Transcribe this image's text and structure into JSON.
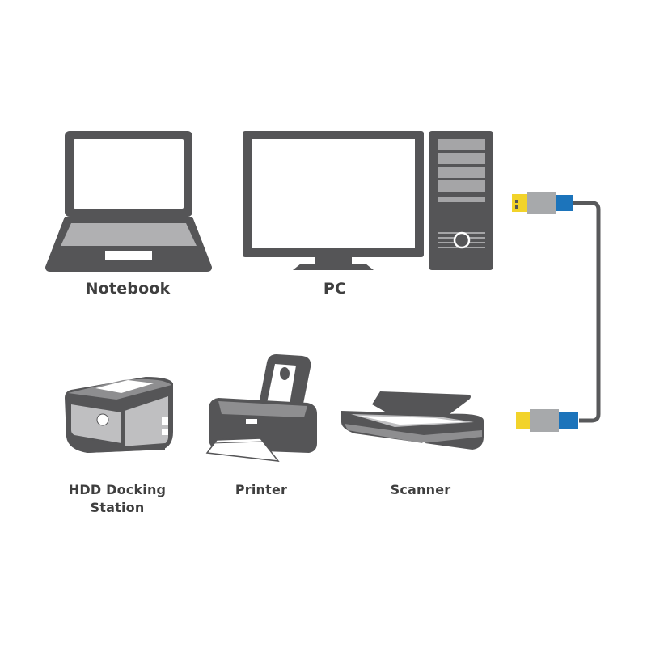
{
  "devices": {
    "notebook": {
      "label": "Notebook",
      "icon": "laptop-icon"
    },
    "pc": {
      "label": "PC",
      "icon": "desktop-pc-icon"
    },
    "hdd_docking": {
      "label_line1": "HDD Docking",
      "label_line2": "Station",
      "icon": "hdd-docking-station-icon"
    },
    "printer": {
      "label": "Printer",
      "icon": "printer-icon"
    },
    "scanner": {
      "label": "Scanner",
      "icon": "flatbed-scanner-icon"
    }
  },
  "cable": {
    "icon": "usb-cable-icon"
  },
  "colors": {
    "device_dark": "#555557",
    "device_light": "#bfbfc1",
    "plug_yellow": "#f2d32a",
    "strain_relief_grey": "#a7a9ab",
    "connector_blue": "#1c74bb",
    "cable_grey": "#58595b"
  }
}
